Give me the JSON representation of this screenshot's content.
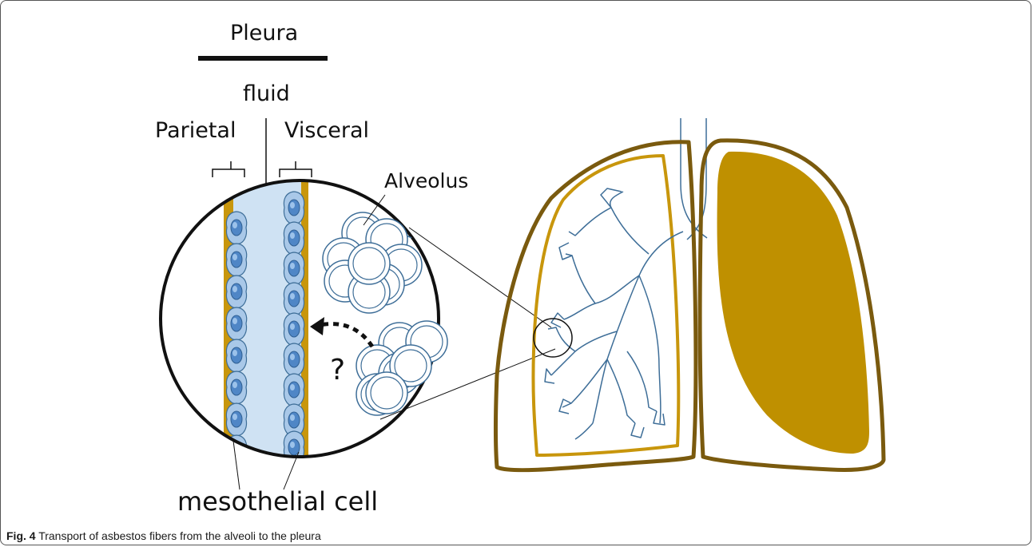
{
  "labels": {
    "pleura": "Pleura",
    "fluid": "fluid",
    "parietal": "Parietal",
    "visceral": "Visceral",
    "alveolus": "Alveolus",
    "question": "?",
    "mesothelial": "mesothelial cell"
  },
  "caption": {
    "fig_label": "Fig. 4",
    "text": "Transport of asbestos fibers from the alveoli to the pleura"
  },
  "colors": {
    "lung_outline": "#7a5a0e",
    "pleura_gold": "#c8960c",
    "lung_fill": "#bf9000",
    "airway_blue": "#3e6e98",
    "fluid_blue": "#cfe2f3",
    "cell_blue": "#a9c8e8",
    "nucleus_blue": "#4f86c6"
  }
}
